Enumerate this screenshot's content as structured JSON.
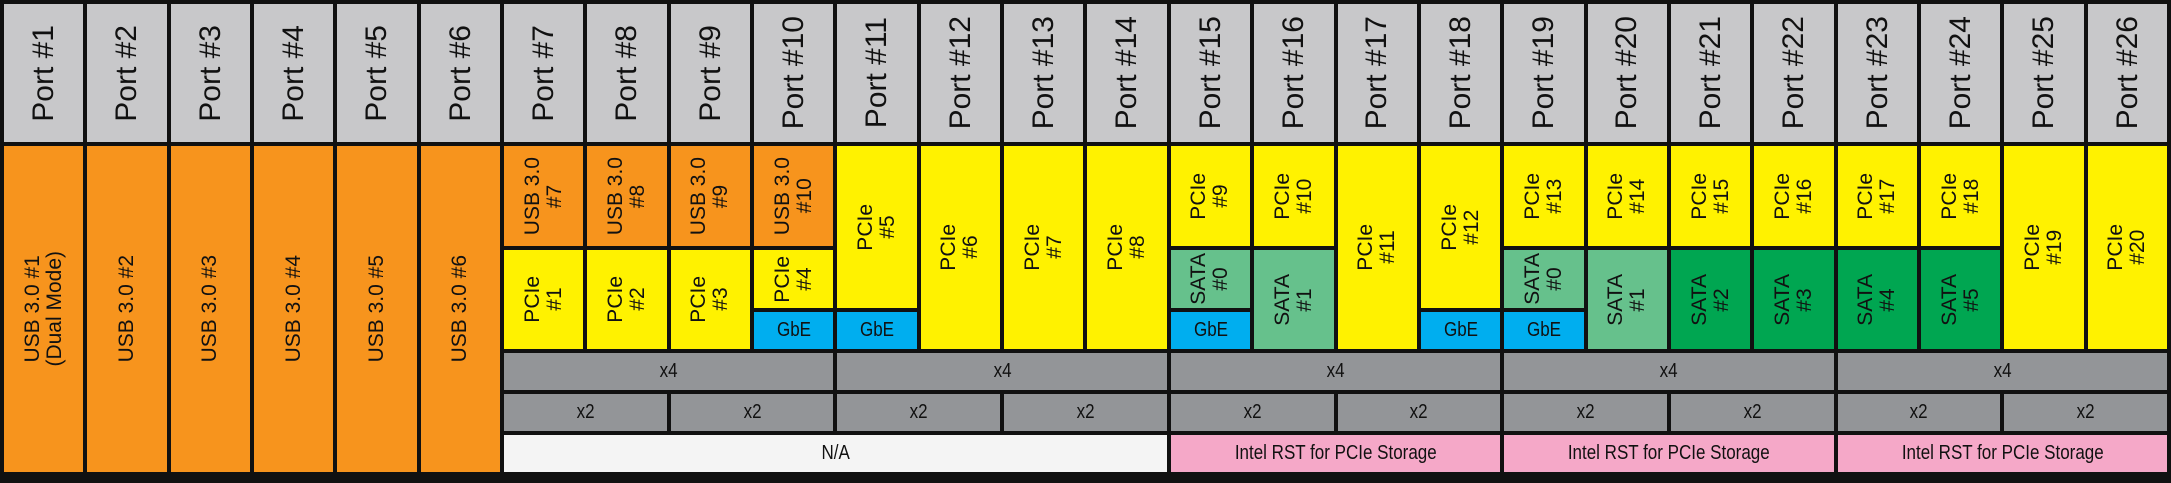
{
  "ports": [
    "Port #1",
    "Port #2",
    "Port #3",
    "Port #4",
    "Port #5",
    "Port #6",
    "Port #7",
    "Port #8",
    "Port #9",
    "Port #10",
    "Port #11",
    "Port #12",
    "Port #13",
    "Port #14",
    "Port #15",
    "Port #16",
    "Port #17",
    "Port #18",
    "Port #19",
    "Port #20",
    "Port #21",
    "Port #22",
    "Port #23",
    "Port #24",
    "Port #25",
    "Port #26"
  ],
  "usb": [
    "USB 3.0 #1\n(Dual Mode)",
    "USB 3.0 #2",
    "USB 3.0 #3",
    "USB 3.0 #4",
    "USB 3.0 #5",
    "USB 3.0 #6",
    "USB 3.0\n#7",
    "USB 3.0\n#8",
    "USB 3.0\n#9",
    "USB 3.0\n#10"
  ],
  "pcie": [
    "PCIe\n#1",
    "PCIe\n#2",
    "PCIe\n#3",
    "PCIe\n#4",
    "PCIe\n#5",
    "PCIe\n#6",
    "PCIe\n#7",
    "PCIe\n#8",
    "PCIe\n#9",
    "PCIe\n#10",
    "PCIe\n#11",
    "PCIe\n#12",
    "PCIe\n#13",
    "PCIe\n#14",
    "PCIe\n#15",
    "PCIe\n#16",
    "PCIe\n#17",
    "PCIe\n#18",
    "PCIe\n#19",
    "PCIe\n#20"
  ],
  "sata": [
    "SATA\n#0",
    "SATA\n#1",
    "SATA\n#0",
    "SATA\n#1",
    "SATA\n#2",
    "SATA\n#3",
    "SATA\n#4",
    "SATA\n#5"
  ],
  "gbe_label": "GbE",
  "x4_label": "x4",
  "x2_label": "x2",
  "na_label": "N/A",
  "rst_label": "Intel RST for PCIe Storage",
  "colors": {
    "usb": "#f7941d",
    "pcie": "#fff200",
    "gbe": "#00aeef",
    "sata_light": "#66c18c",
    "sata_dark": "#00a651",
    "lane": "#939598",
    "header": "#c8c8ca",
    "rst": "#f5a8c8"
  }
}
